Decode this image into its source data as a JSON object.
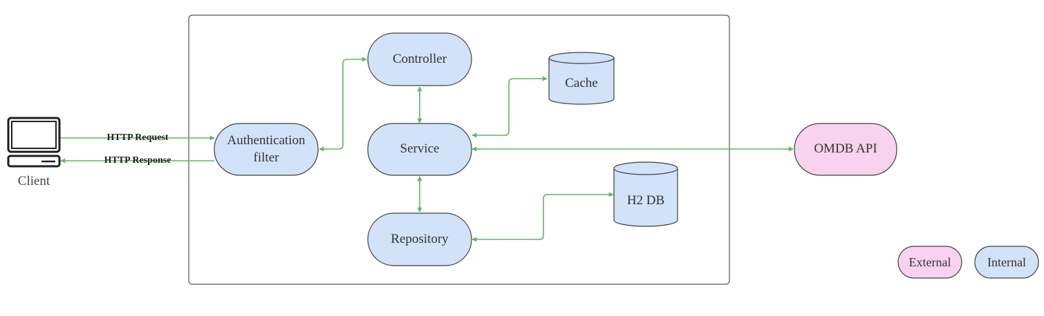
{
  "colors": {
    "internal_fill": "#d1e2f9",
    "external_fill": "#f8d2ee",
    "node_stroke": "#3e3e3e",
    "edge": "#5cb85c",
    "container_stroke": "#555555"
  },
  "client": {
    "label": "Client",
    "icon": "computer-icon"
  },
  "edges": {
    "http_request": "HTTP Request",
    "http_response": "HTTP Response"
  },
  "nodes": {
    "auth_filter": {
      "line1": "Authentication",
      "line2": "filter"
    },
    "controller": "Controller",
    "service": "Service",
    "repository": "Repository",
    "cache": "Cache",
    "h2db": "H2 DB",
    "omdb_api": "OMDB API"
  },
  "legend": {
    "external": "External",
    "internal": "Internal"
  }
}
